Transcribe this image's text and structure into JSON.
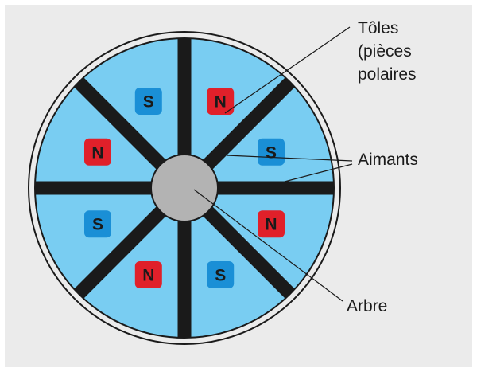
{
  "labels": {
    "toles_line1": "Tôles",
    "toles_line2": "(pièces",
    "toles_line3": "polaires",
    "aimants": "Aimants",
    "arbre": "Arbre"
  },
  "poles": [
    {
      "letter": "S",
      "color": "#1a8fd6"
    },
    {
      "letter": "N",
      "color": "#e0202a"
    },
    {
      "letter": "S",
      "color": "#1a8fd6"
    },
    {
      "letter": "N",
      "color": "#e0202a"
    },
    {
      "letter": "S",
      "color": "#1a8fd6"
    },
    {
      "letter": "N",
      "color": "#e0202a"
    },
    {
      "letter": "S",
      "color": "#1a8fd6"
    },
    {
      "letter": "N",
      "color": "#e0202a"
    }
  ],
  "colors": {
    "background": "#ebebeb",
    "outer_ring": "#ebebeb",
    "rotor": "#79cdf2",
    "magnet_bars": "#1a1a1a",
    "shaft": "#b3b3b3",
    "pole_text": "#1a1a1a"
  }
}
